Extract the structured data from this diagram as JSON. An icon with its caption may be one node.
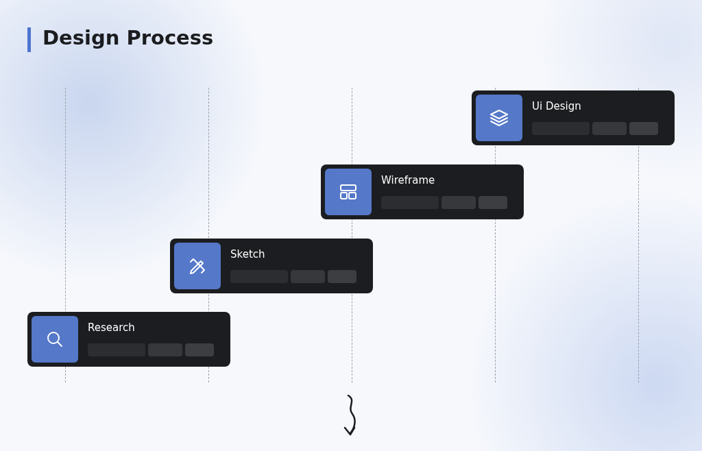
{
  "diagram": {
    "title": "Design Process",
    "nodes": [
      {
        "text": [
          "Research"
        ]
      },
      {
        "text": [
          "Sketch"
        ]
      },
      {
        "text": [
          "Wireframe"
        ]
      },
      {
        "text": [
          "Ui Design"
        ]
      }
    ]
  }
}
